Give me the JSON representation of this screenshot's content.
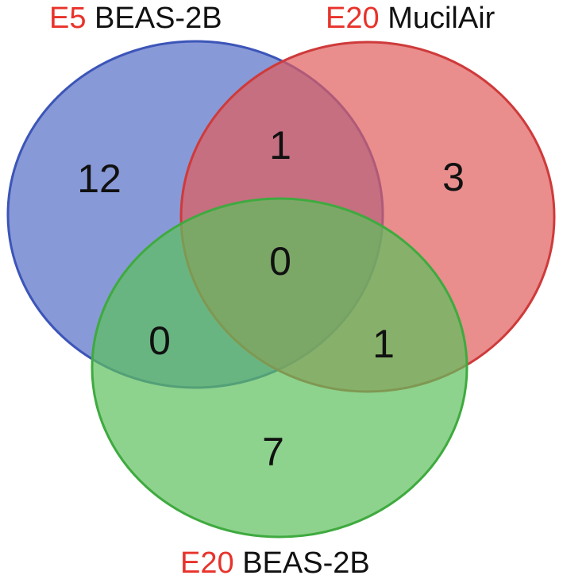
{
  "sets": [
    {
      "id": "A",
      "tag": "E5",
      "name": "BEAS-2B",
      "color": "#5a72c8",
      "stroke": "#3c55b8"
    },
    {
      "id": "B",
      "tag": "E20",
      "name": "MucilAir",
      "color": "#df5c5c",
      "stroke": "#cf3a3a"
    },
    {
      "id": "C",
      "tag": "E20",
      "name": "BEAS-2B",
      "color": "#5dc05d",
      "stroke": "#3faa3f"
    }
  ],
  "tag_color": "#e8332b",
  "regions": {
    "only_a": "12",
    "only_b": "3",
    "only_c": "7",
    "a_b": "1",
    "a_c": "0",
    "b_c": "1",
    "a_b_c": "0"
  }
}
